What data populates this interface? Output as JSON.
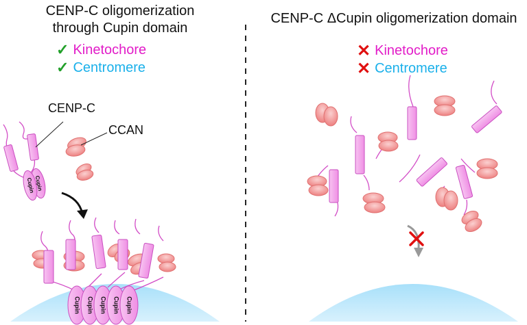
{
  "left_panel": {
    "title_line1": "CENP-C oligomerization",
    "title_line2": "through Cupin domain",
    "status": [
      {
        "mark": "✓",
        "text": "Kinetochore",
        "color": "#e21cc8"
      },
      {
        "mark": "✓",
        "text": "Centromere",
        "color": "#1ab0ea"
      }
    ],
    "label_cenpc": "CENP-C",
    "label_ccan": "CCAN",
    "cupin_label": "Cupin"
  },
  "right_panel": {
    "title": "CENP-C ΔCupin oligomerization domain",
    "status": [
      {
        "mark": "✕",
        "text": "Kinetochore",
        "color": "#e21cc8"
      },
      {
        "mark": "✕",
        "text": "Centromere",
        "color": "#1ab0ea"
      }
    ]
  },
  "colors": {
    "cenpc_fill": "#f3a2ea",
    "cenpc_stroke": "#c94fc0",
    "ccan_fill": "#f08d8d",
    "centromere": "#7cd0f4",
    "check": "#22a02a",
    "cross": "#e01010"
  }
}
